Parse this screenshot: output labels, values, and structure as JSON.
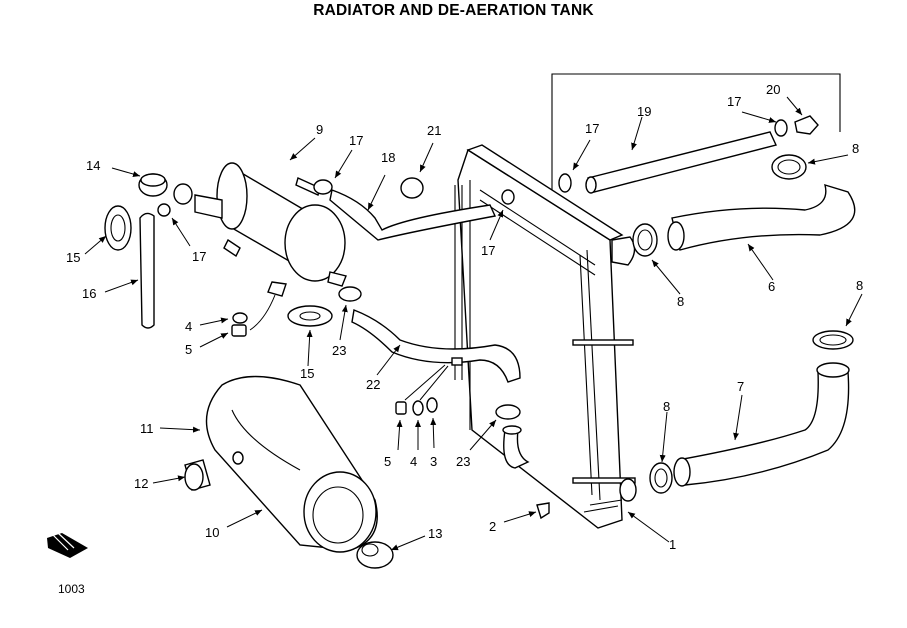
{
  "title": "RADIATOR AND DE-AERATION TANK",
  "figure_number": "1003",
  "callouts": [
    "1",
    "2",
    "3",
    "4",
    "5",
    "6",
    "7",
    "8",
    "9",
    "10",
    "11",
    "12",
    "13",
    "14",
    "15",
    "16",
    "17",
    "18",
    "19",
    "20",
    "21",
    "22",
    "23"
  ]
}
